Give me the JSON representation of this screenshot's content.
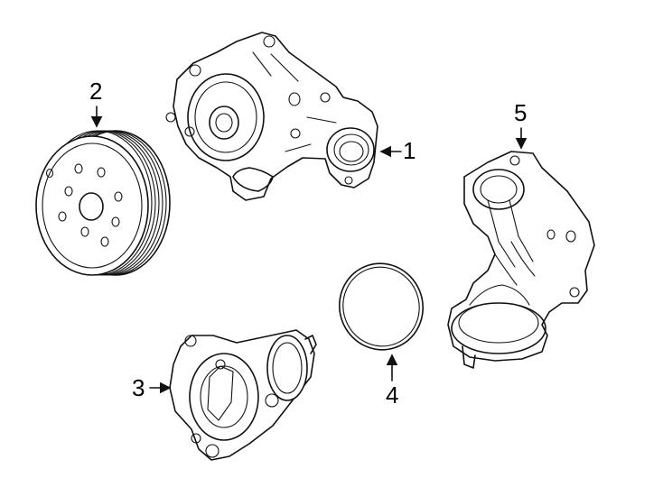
{
  "callouts": {
    "water_pump": "1",
    "pulley": "2",
    "outlet_housing_left": "3",
    "seal_ring": "4",
    "thermostat_housing": "5"
  },
  "colors": {
    "line": "#111111",
    "background": "#ffffff"
  }
}
